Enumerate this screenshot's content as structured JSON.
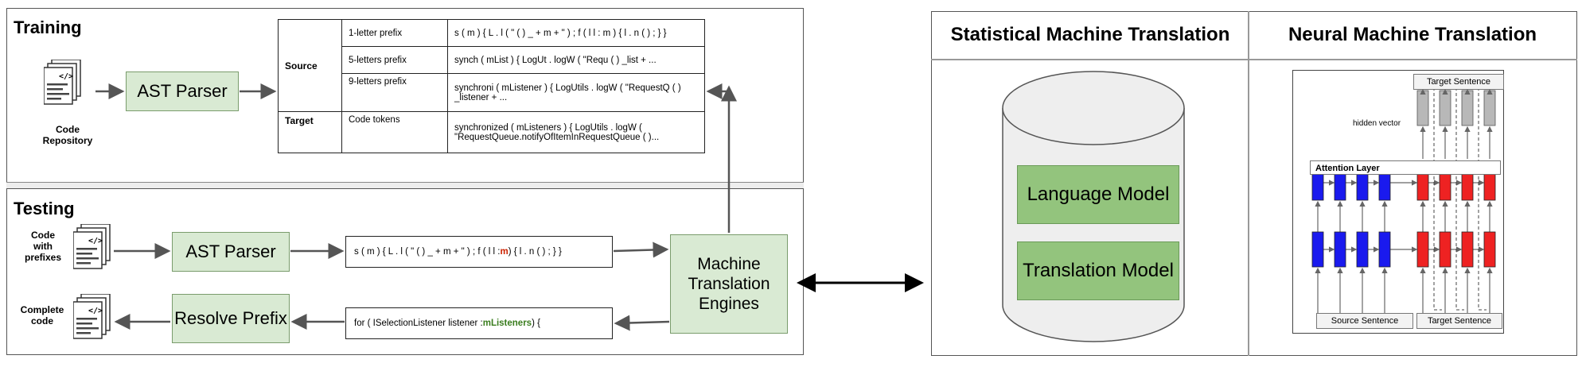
{
  "training": {
    "title": "Training",
    "repo_label": "Code Repository",
    "ast_parser": "AST Parser",
    "table": {
      "source_label": "Source",
      "target_label": "Target",
      "rows": [
        {
          "type": "1-letter prefix",
          "code": "s ( m ) { L . l ( \" ( ) _ + m + \" ) ; f ( l l : m ) { l . n ( ) ; } }"
        },
        {
          "type": "5-letters prefix",
          "code": "synch ( mList ) { LogUt . logW ( \"Requ ( ) _list + ..."
        },
        {
          "type": "9-letters prefix",
          "code": "synchroni ( mListener ) { LogUtils . logW ( \"RequestQ ( ) _listener + ..."
        },
        {
          "type": "Code tokens",
          "code": "synchronized ( mListeners ) { LogUtils . logW ( \"RequestQueue.notifyOfItemInRequestQueue ( )..."
        }
      ]
    }
  },
  "testing": {
    "title": "Testing",
    "input_label": "Code with prefixes",
    "output_label": "Complete code",
    "ast_parser": "AST Parser",
    "resolve": "Resolve Prefix",
    "mt_engines": "Machine Translation Engines",
    "input_code_pre": "s ( m ) { L . l ( \" ( ) _ + m + \" ) ; f ( l l : ",
    "input_code_hl": "m",
    "input_code_post": " ) { l . n ( ) ; } }",
    "output_code_pre": "for ( ISelectionListener listener : ",
    "output_code_hl": "mListeners",
    "output_code_post": " ) {",
    "hl_red": "#cc2200",
    "hl_green": "#3a7d1e"
  },
  "smt": {
    "title": "Statistical Machine Translation",
    "language_model": "Language Model",
    "translation_model": "Translation Model"
  },
  "nmt": {
    "title": "Neural Machine Translation",
    "target_sentence_top": "Target Sentence",
    "hidden_vector": "hidden vector",
    "attention_layer": "Attention Layer",
    "source_sentence": "Source Sentence",
    "target_sentence_bottom": "Target Sentence",
    "encoder_color": "#1a1aee",
    "decoder_color": "#ee2222",
    "hidden_color": "#b8b8b8"
  }
}
